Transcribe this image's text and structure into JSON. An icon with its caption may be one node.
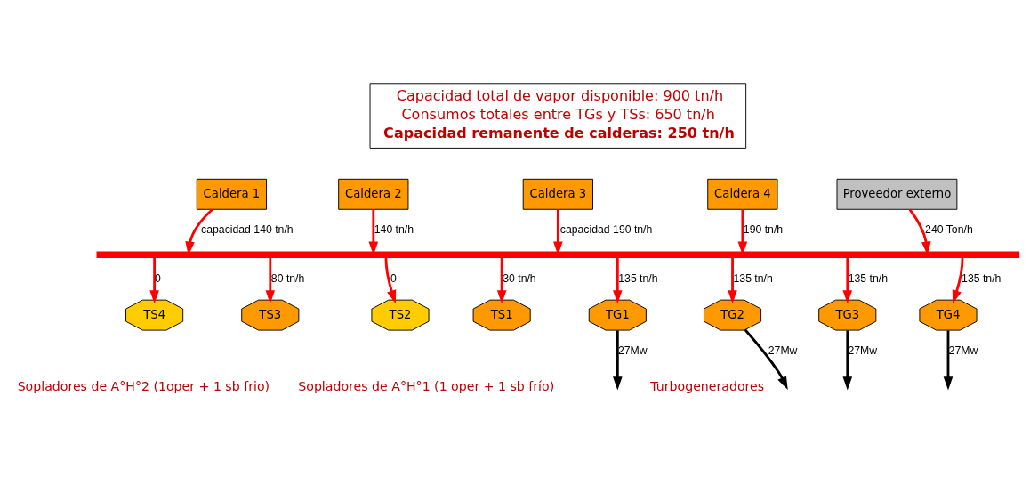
{
  "diagram": {
    "nodes": [
      {
        "text": [
          "Capacidad total de vapor disponible: 900 tn/h",
          "Consumos totales entre TGs y TSs: 650 tn/h",
          "Capacidad remanente de calderas: 250 tn/h"
        ]
      },
      {
        "text": [
          "Caldera 1"
        ]
      },
      {
        "text": [
          "Caldera 2"
        ]
      },
      {
        "text": [
          "Caldera 3"
        ]
      },
      {
        "text": [
          "Caldera 4"
        ]
      },
      {
        "text": [
          "Proveedor externo"
        ]
      },
      {
        "text": [],
        "shape": "bar"
      },
      {
        "text": [
          "TS4"
        ]
      },
      {
        "text": [
          "TS3"
        ]
      },
      {
        "text": [
          "TS2"
        ]
      },
      {
        "text": [
          "TS1"
        ]
      },
      {
        "text": [
          "TG1"
        ]
      },
      {
        "text": [
          "TG2"
        ]
      },
      {
        "text": [
          "TG3"
        ]
      },
      {
        "text": [
          "TG4"
        ]
      }
    ],
    "edges": [
      {
        "from": 1,
        "to": 6,
        "arrow": "to",
        "label": "capacidad 140 tn/h"
      },
      {
        "from": 2,
        "to": 6,
        "arrow": "to",
        "label": "140 tn/h"
      },
      {
        "from": 3,
        "to": 6,
        "arrow": "to",
        "label": "capacidad 190 tn/h"
      },
      {
        "from": 4,
        "to": 6,
        "arrow": "to",
        "label": "190 tn/h"
      },
      {
        "from": 5,
        "to": 6,
        "arrow": "to",
        "label": "240 Ton/h"
      },
      {
        "from": 6,
        "to": 7,
        "arrow": "to",
        "label": "0"
      },
      {
        "from": 6,
        "to": 8,
        "arrow": "to",
        "label": "80 tn/h"
      },
      {
        "from": 6,
        "to": 9,
        "arrow": "to",
        "label": "0"
      },
      {
        "from": 6,
        "to": 10,
        "arrow": "to",
        "label": "30 tn/h"
      },
      {
        "from": 6,
        "to": 11,
        "arrow": "to",
        "label": "135 tn/h"
      },
      {
        "from": 6,
        "to": 12,
        "arrow": "to",
        "label": "135 tn/h"
      },
      {
        "from": 6,
        "to": 13,
        "arrow": "to",
        "label": "135 tn/h"
      },
      {
        "from": 6,
        "to": 14,
        "arrow": "to",
        "label": "135 tn/h"
      },
      {
        "from": 11,
        "to": null,
        "arrow": "to",
        "label": "27Mw",
        "color": "#000000"
      },
      {
        "from": 12,
        "to": null,
        "arrow": "to",
        "label": "27Mw",
        "color": "#000000"
      },
      {
        "from": 13,
        "to": null,
        "arrow": "to",
        "label": "27Mw",
        "color": "#000000"
      },
      {
        "from": 14,
        "to": null,
        "arrow": "to",
        "label": "27Mw",
        "color": "#000000"
      }
    ],
    "labels": [
      "Sopladores de A°H°2 (1oper + 1 sb frio)",
      "Sopladores de A°H°1 (1 oper + 1 sb frío)",
      "Turbogeneradores"
    ]
  }
}
